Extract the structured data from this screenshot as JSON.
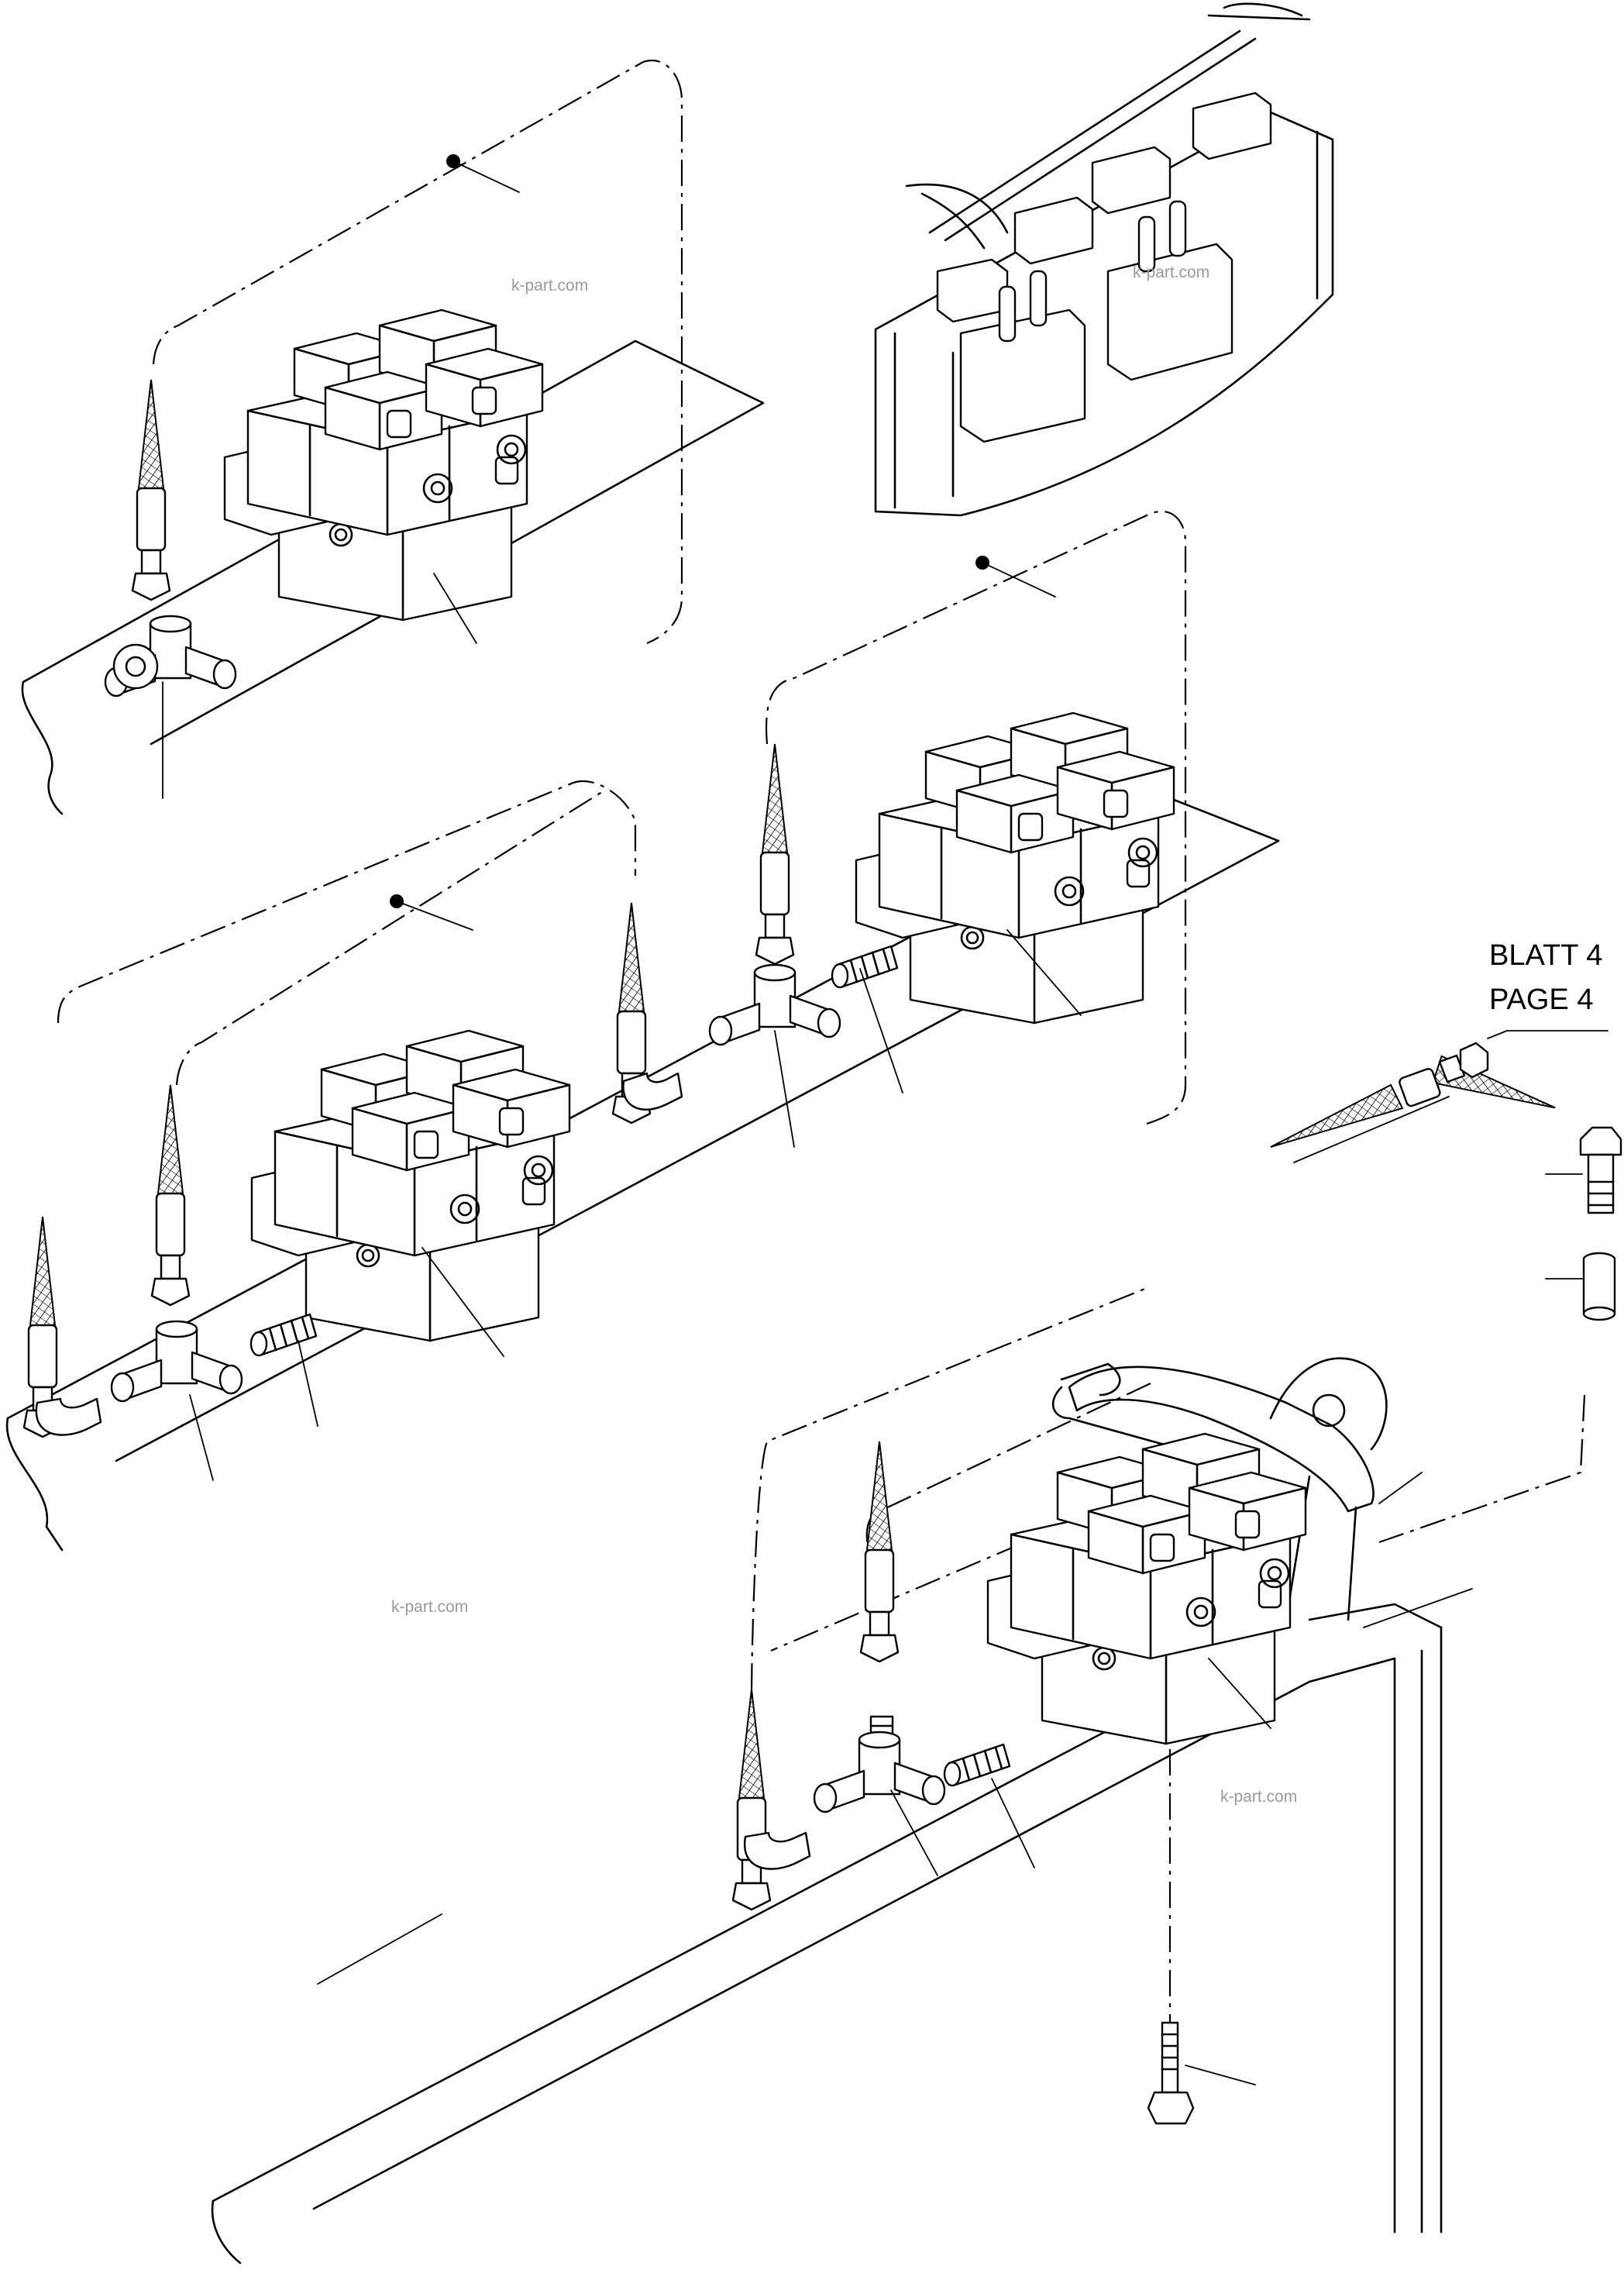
{
  "reference": {
    "line1": "BLATT 4",
    "line2": "PAGE  4"
  },
  "watermarks": [
    "k-part.com",
    "k-part.com",
    "k-part.com",
    "k-part.com"
  ]
}
